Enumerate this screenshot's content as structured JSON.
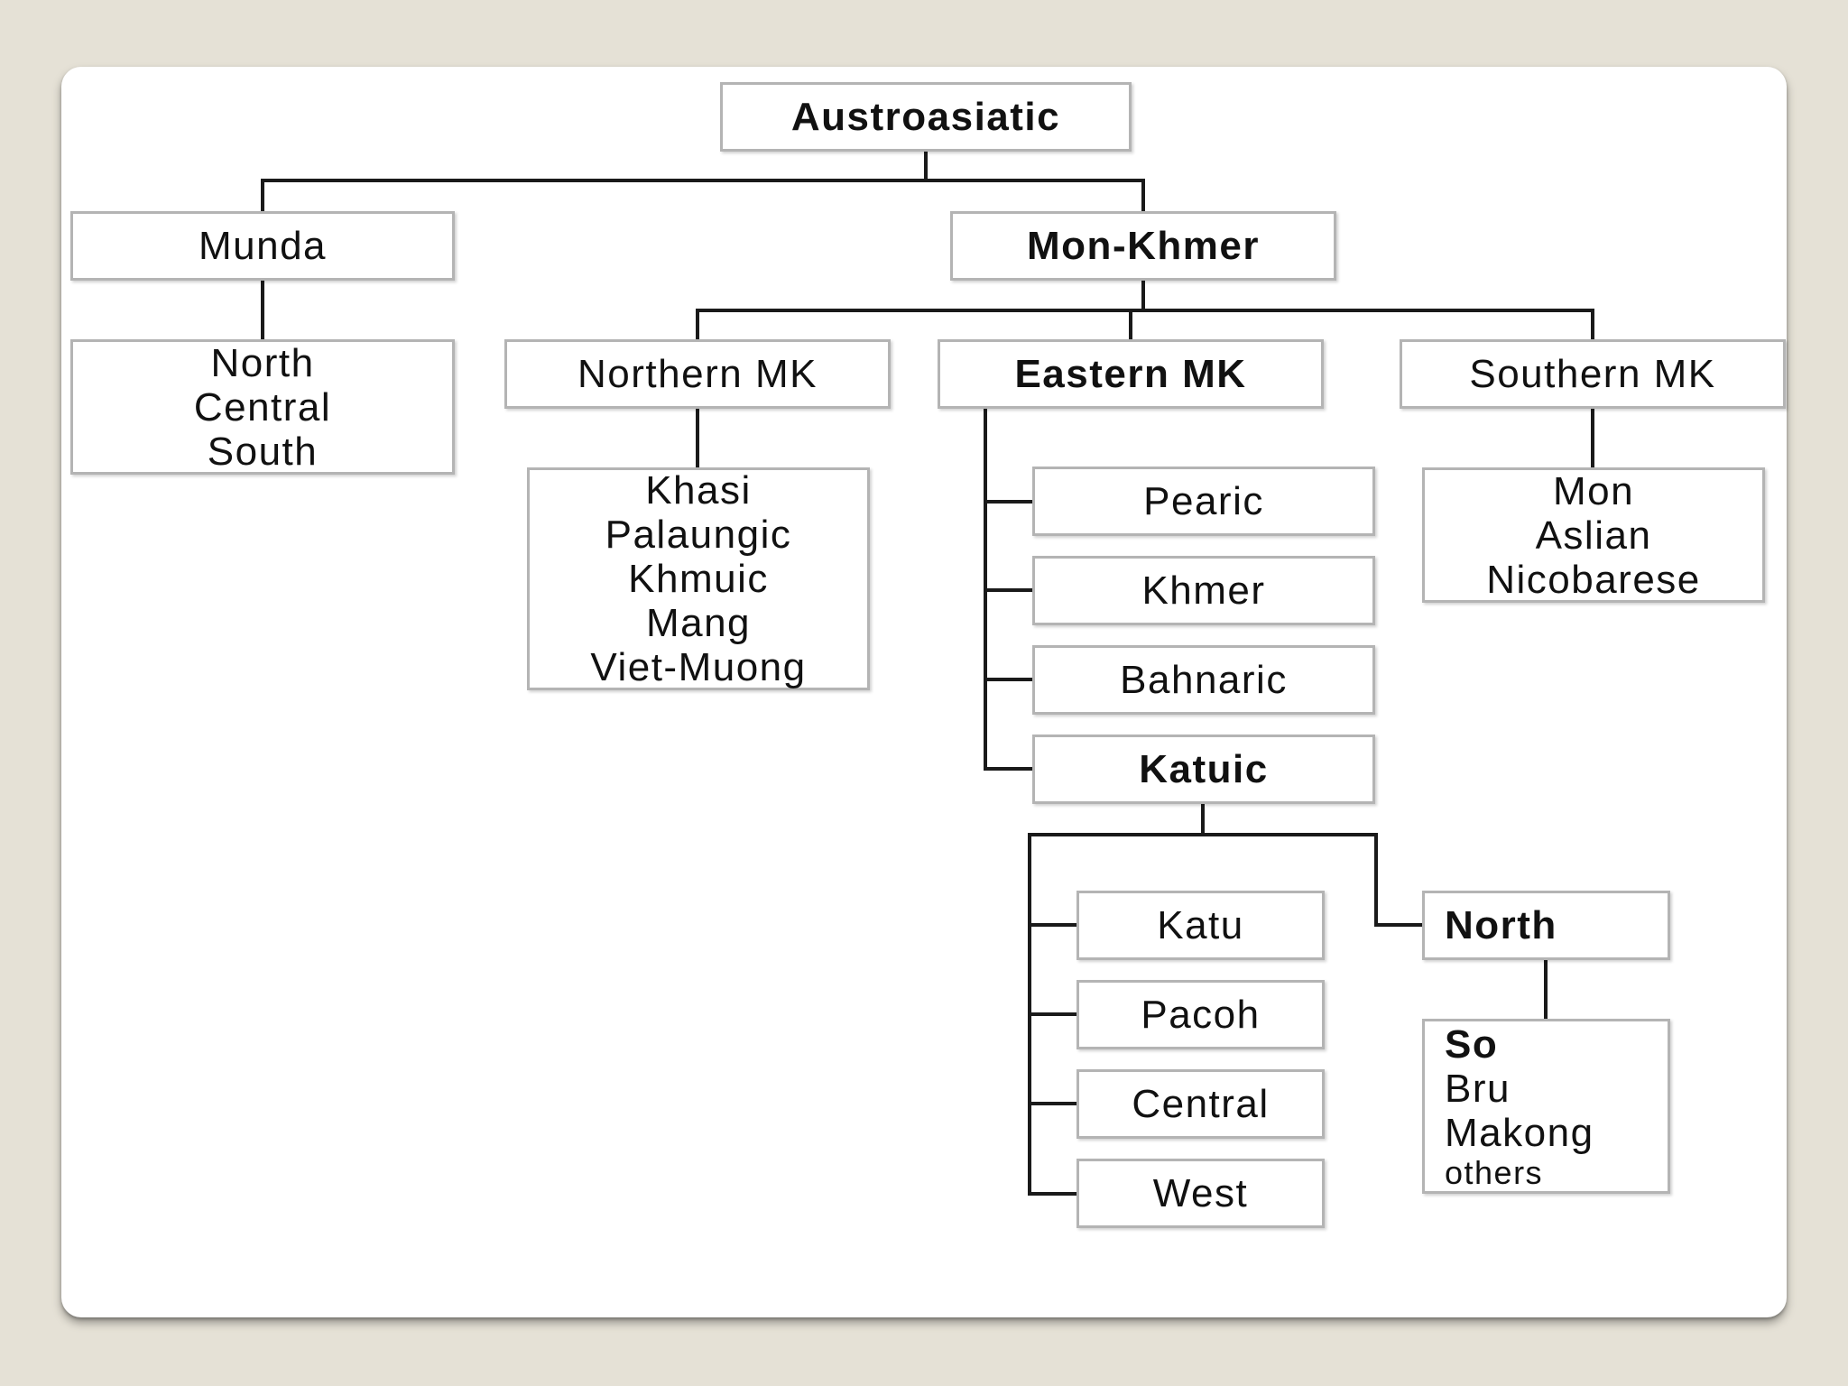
{
  "tree": {
    "root": "Austroasiatic",
    "munda": {
      "label": "Munda",
      "members": [
        "North",
        "Central",
        "South"
      ]
    },
    "mon_khmer": {
      "label": "Mon-Khmer",
      "northern": {
        "label": "Northern MK",
        "members": [
          "Khasi",
          "Palaungic",
          "Khmuic",
          "Mang",
          "Viet-Muong"
        ]
      },
      "eastern": {
        "label": "Eastern MK",
        "pearic": "Pearic",
        "khmer": "Khmer",
        "bahnaric": "Bahnaric",
        "katuic": {
          "label": "Katuic",
          "katu": "Katu",
          "pacoh": "Pacoh",
          "central": "Central",
          "west": "West",
          "north": {
            "label": "North",
            "members": [
              "So",
              "Bru",
              "Makong",
              "others"
            ]
          }
        }
      },
      "southern": {
        "label": "Southern MK",
        "members": [
          "Mon",
          "Aslian",
          "Nicobarese"
        ]
      }
    }
  }
}
